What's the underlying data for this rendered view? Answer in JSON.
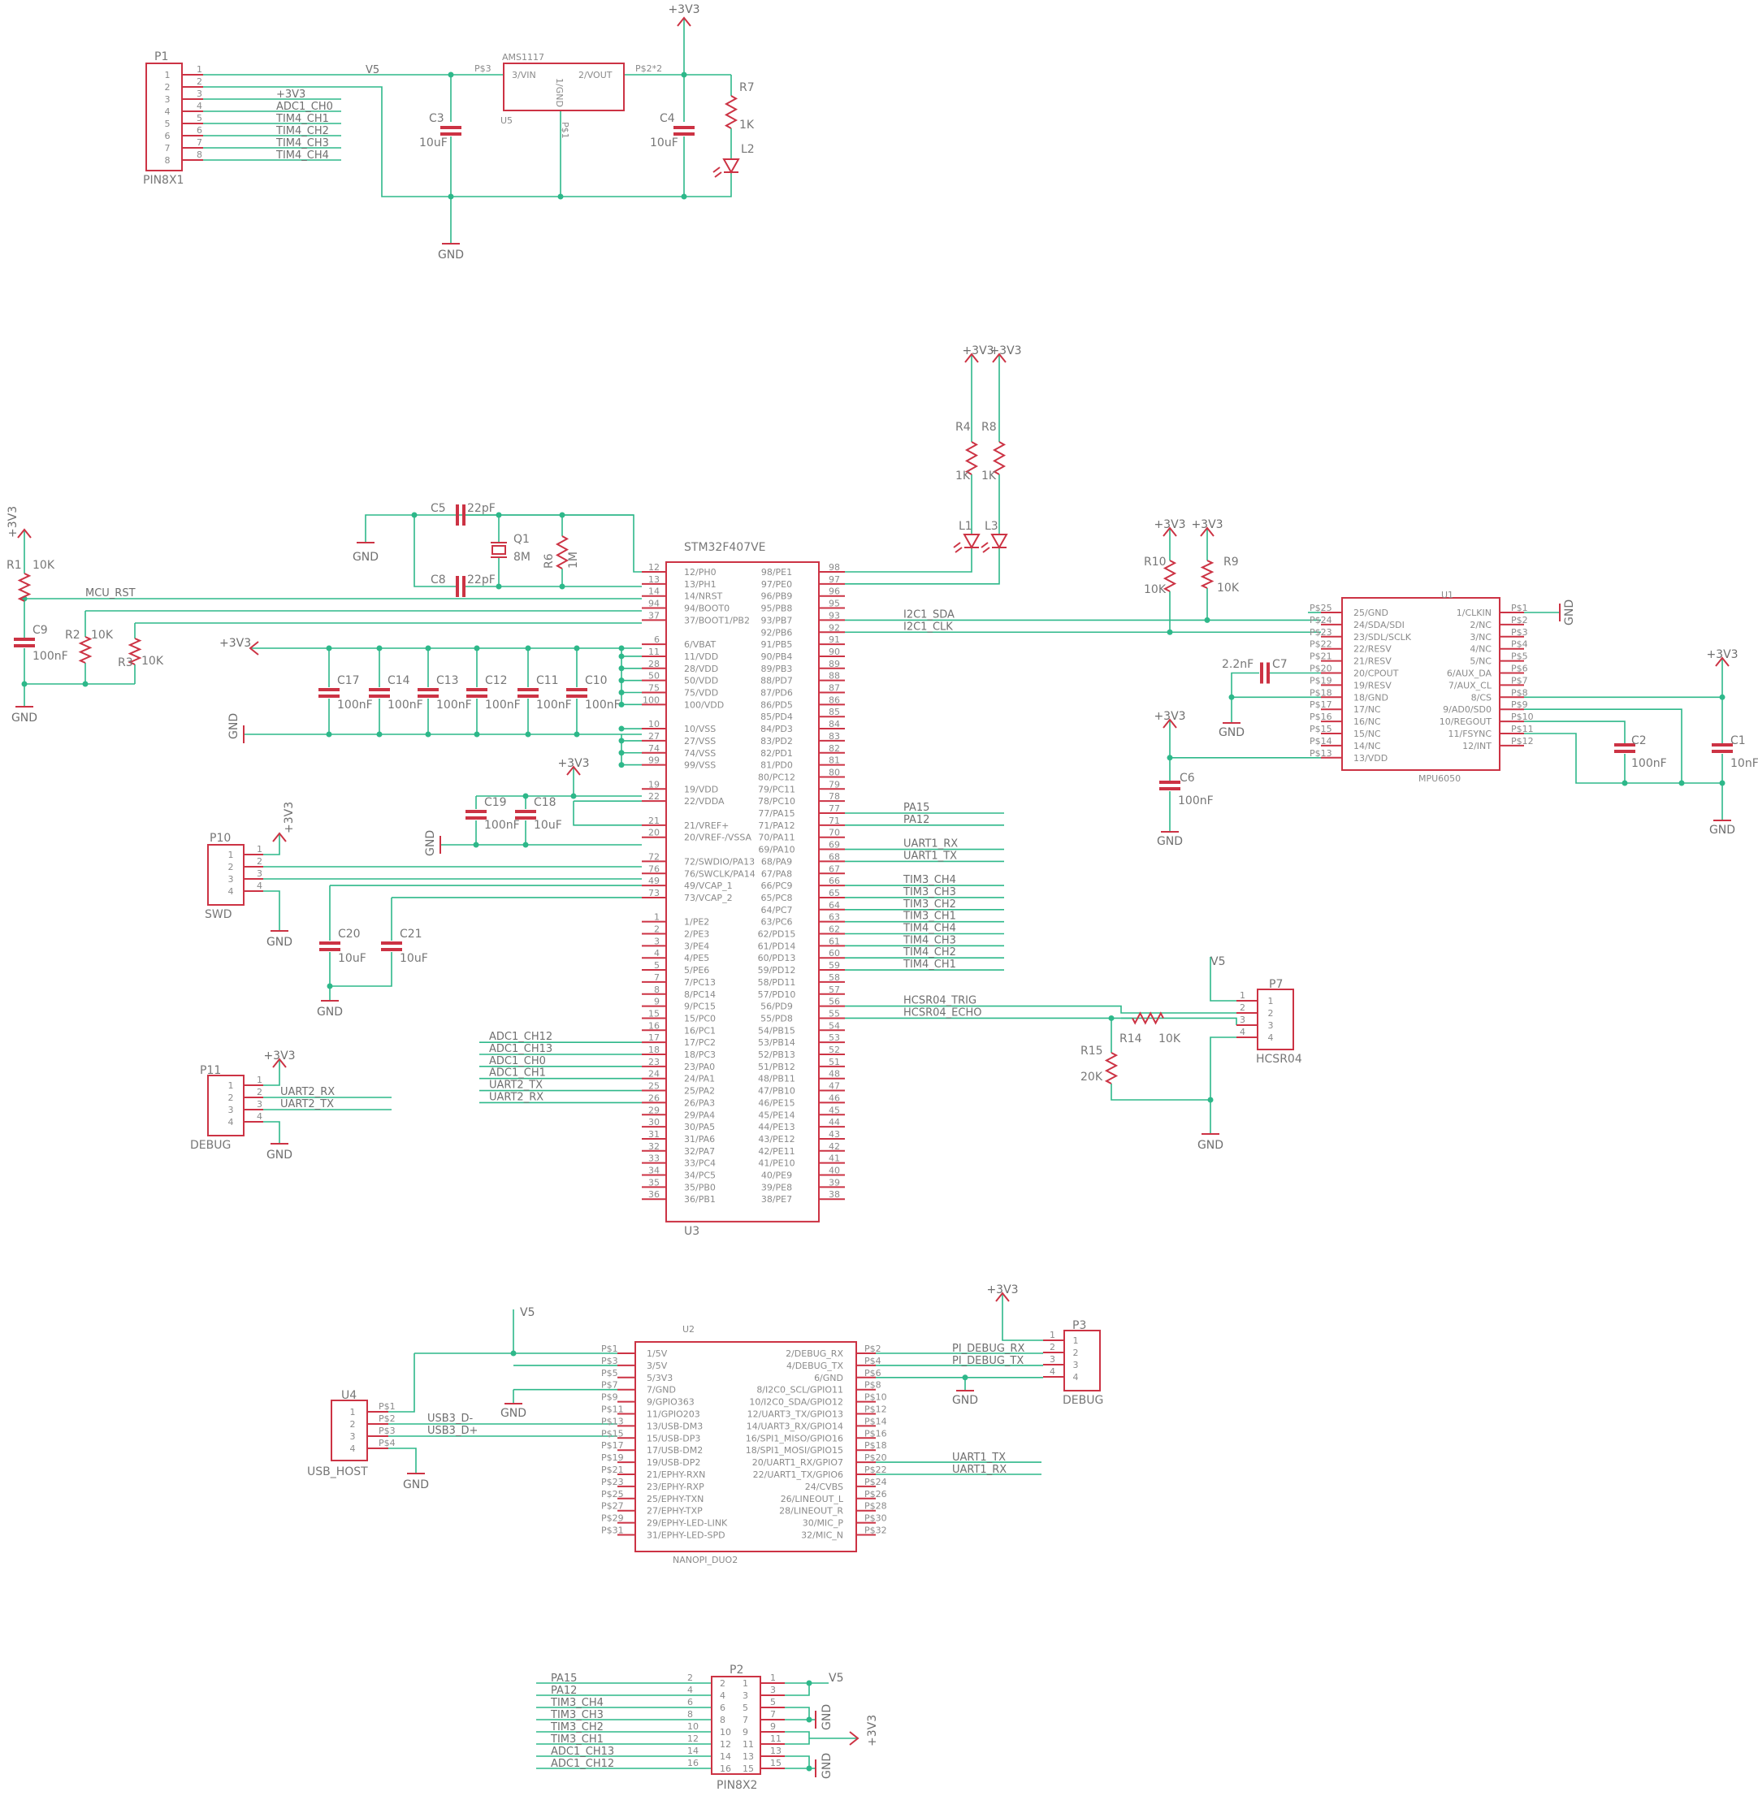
{
  "colors": {
    "wire": "#2eb88a",
    "part": "#cc3344",
    "text": "#6f6f6f"
  },
  "power": {
    "v3": "+3V3",
    "v5": "V5",
    "gnd": "GND"
  },
  "p1": {
    "ref": "P1",
    "name": "PIN8X1",
    "pins": [
      "1",
      "2",
      "3",
      "4",
      "5",
      "6",
      "7",
      "8"
    ],
    "nets": [
      "V5",
      "",
      "+3V3",
      "ADC1_CH0",
      "TIM4_CH1",
      "TIM4_CH2",
      "TIM4_CH3",
      "TIM4_CH4"
    ]
  },
  "reg": {
    "ref": "U5",
    "name": "AMS1117",
    "vin": "3/VIN",
    "gndpin": "1/GND",
    "vout": "2/VOUT",
    "pvin": "P$3",
    "pgnd": "P$1",
    "pout": "P$2*2"
  },
  "c3": {
    "ref": "C3",
    "val": "10uF"
  },
  "c4": {
    "ref": "C4",
    "val": "10uF"
  },
  "r7": {
    "ref": "R7",
    "val": "1K"
  },
  "l2": {
    "ref": "L2"
  },
  "mcu": {
    "name": "STM32F407VE",
    "ref": "U3",
    "left": [
      [
        "12",
        "12/PH0"
      ],
      [
        "13",
        "13/PH1"
      ],
      [
        "14",
        "14/NRST"
      ],
      [
        "94",
        "94/BOOT0"
      ],
      [
        "37",
        "37/BOOT1/PB2"
      ],
      [
        "",
        ""
      ],
      [
        "6",
        "6/VBAT"
      ],
      [
        "11",
        "11/VDD"
      ],
      [
        "28",
        "28/VDD"
      ],
      [
        "50",
        "50/VDD"
      ],
      [
        "75",
        "75/VDD"
      ],
      [
        "100",
        "100/VDD"
      ],
      [
        "",
        ""
      ],
      [
        "10",
        "10/VSS"
      ],
      [
        "27",
        "27/VSS"
      ],
      [
        "74",
        "74/VSS"
      ],
      [
        "99",
        "99/VSS"
      ],
      [
        "",
        ""
      ],
      [
        "19",
        "19/VDD"
      ],
      [
        "22",
        "22/VDDA"
      ],
      [
        "",
        ""
      ],
      [
        "21",
        "21/VREF+"
      ],
      [
        "20",
        "20/VREF-/VSSA"
      ],
      [
        "",
        ""
      ],
      [
        "72",
        "72/SWDIO/PA13"
      ],
      [
        "76",
        "76/SWCLK/PA14"
      ],
      [
        "49",
        "49/VCAP_1"
      ],
      [
        "73",
        "73/VCAP_2"
      ],
      [
        "",
        ""
      ],
      [
        "1",
        "1/PE2"
      ],
      [
        "2",
        "2/PE3"
      ],
      [
        "3",
        "3/PE4"
      ],
      [
        "4",
        "4/PE5"
      ],
      [
        "5",
        "5/PE6"
      ],
      [
        "7",
        "7/PC13"
      ],
      [
        "8",
        "8/PC14"
      ],
      [
        "9",
        "9/PC15"
      ],
      [
        "15",
        "15/PC0"
      ],
      [
        "16",
        "16/PC1"
      ],
      [
        "17",
        "17/PC2"
      ],
      [
        "18",
        "18/PC3"
      ],
      [
        "23",
        "23/PA0"
      ],
      [
        "24",
        "24/PA1"
      ],
      [
        "25",
        "25/PA2"
      ],
      [
        "26",
        "26/PA3"
      ],
      [
        "29",
        "29/PA4"
      ],
      [
        "30",
        "30/PA5"
      ],
      [
        "31",
        "31/PA6"
      ],
      [
        "32",
        "32/PA7"
      ],
      [
        "33",
        "33/PC4"
      ],
      [
        "34",
        "34/PC5"
      ],
      [
        "35",
        "35/PB0"
      ],
      [
        "36",
        "36/PB1"
      ]
    ],
    "right": [
      [
        "98",
        "98/PE1"
      ],
      [
        "97",
        "97/PE0"
      ],
      [
        "96",
        "96/PB9"
      ],
      [
        "95",
        "95/PB8"
      ],
      [
        "93",
        "93/PB7"
      ],
      [
        "92",
        "92/PB6"
      ],
      [
        "91",
        "91/PB5"
      ],
      [
        "90",
        "90/PB4"
      ],
      [
        "89",
        "89/PB3"
      ],
      [
        "88",
        "88/PD7"
      ],
      [
        "87",
        "87/PD6"
      ],
      [
        "86",
        "86/PD5"
      ],
      [
        "85",
        "85/PD4"
      ],
      [
        "84",
        "84/PD3"
      ],
      [
        "83",
        "83/PD2"
      ],
      [
        "82",
        "82/PD1"
      ],
      [
        "81",
        "81/PD0"
      ],
      [
        "80",
        "80/PC12"
      ],
      [
        "79",
        "79/PC11"
      ],
      [
        "78",
        "78/PC10"
      ],
      [
        "77",
        "77/PA15"
      ],
      [
        "71",
        "71/PA12"
      ],
      [
        "70",
        "70/PA11"
      ],
      [
        "69",
        "69/PA10"
      ],
      [
        "68",
        "68/PA9"
      ],
      [
        "67",
        "67/PA8"
      ],
      [
        "66",
        "66/PC9"
      ],
      [
        "65",
        "65/PC8"
      ],
      [
        "64",
        "64/PC7"
      ],
      [
        "63",
        "63/PC6"
      ],
      [
        "62",
        "62/PD15"
      ],
      [
        "61",
        "61/PD14"
      ],
      [
        "60",
        "60/PD13"
      ],
      [
        "59",
        "59/PD12"
      ],
      [
        "58",
        "58/PD11"
      ],
      [
        "57",
        "57/PD10"
      ],
      [
        "56",
        "56/PD9"
      ],
      [
        "55",
        "55/PD8"
      ],
      [
        "54",
        "54/PB15"
      ],
      [
        "53",
        "53/PB14"
      ],
      [
        "52",
        "52/PB13"
      ],
      [
        "51",
        "51/PB12"
      ],
      [
        "48",
        "48/PB11"
      ],
      [
        "47",
        "47/PB10"
      ],
      [
        "46",
        "46/PE15"
      ],
      [
        "45",
        "45/PE14"
      ],
      [
        "44",
        "44/PE13"
      ],
      [
        "43",
        "43/PE12"
      ],
      [
        "42",
        "42/PE11"
      ],
      [
        "41",
        "41/PE10"
      ],
      [
        "40",
        "40/PE9"
      ],
      [
        "39",
        "39/PE8"
      ],
      [
        "38",
        "38/PE7"
      ]
    ],
    "rightNets": {
      "93": "I2C1_SDA",
      "92": "I2C1_CLK",
      "77": "PA15",
      "71": "PA12",
      "69": "UART1_RX",
      "68": "UART1_TX",
      "66": "TIM3_CH4",
      "65": "TIM3_CH3",
      "64": "TIM3_CH2",
      "63": "TIM3_CH1",
      "62": "TIM4_CH4",
      "61": "TIM4_CH3",
      "60": "TIM4_CH2",
      "59": "TIM4_CH1",
      "56": "HCSR04_TRIG",
      "55": "HCSR04_ECHO"
    },
    "leftNets": {
      "17": "ADC1_CH12",
      "18": "ADC1_CH13",
      "23": "ADC1_CH0",
      "24": "ADC1_CH1",
      "25": "UART2_TX",
      "26": "UART2_RX"
    },
    "mcuRst": "MCU_RST"
  },
  "osc": {
    "c5": {
      "ref": "C5",
      "val": "22pF"
    },
    "c8": {
      "ref": "C8",
      "val": "22pF"
    },
    "q1": {
      "ref": "Q1",
      "val": "8M"
    },
    "r6": {
      "ref": "R6",
      "val": "1M"
    }
  },
  "rst": {
    "r1": {
      "ref": "R1",
      "val": "10K"
    },
    "c9": {
      "ref": "C9",
      "val": "100nF"
    },
    "r2": {
      "ref": "R2",
      "val": "10K"
    },
    "r3": {
      "ref": "R3",
      "val": "10K"
    }
  },
  "dec": [
    {
      "ref": "C17",
      "val": "100nF"
    },
    {
      "ref": "C14",
      "val": "100nF"
    },
    {
      "ref": "C13",
      "val": "100nF"
    },
    {
      "ref": "C12",
      "val": "100nF"
    },
    {
      "ref": "C11",
      "val": "100nF"
    },
    {
      "ref": "C10",
      "val": "100nF"
    }
  ],
  "c19": {
    "ref": "C19",
    "val": "100nF"
  },
  "c18": {
    "ref": "C18",
    "val": "10uF"
  },
  "c20": {
    "ref": "C20",
    "val": "10uF"
  },
  "c21": {
    "ref": "C21",
    "val": "10uF"
  },
  "leds": {
    "r4": {
      "ref": "R4",
      "val": "1K"
    },
    "r8": {
      "ref": "R8",
      "val": "1K"
    },
    "l1": {
      "ref": "L1"
    },
    "l3": {
      "ref": "L3"
    }
  },
  "p10": {
    "ref": "P10",
    "name": "SWD",
    "pins": [
      "1",
      "2",
      "3",
      "4"
    ]
  },
  "p11": {
    "ref": "P11",
    "name": "DEBUG",
    "pins": [
      "1",
      "2",
      "3",
      "4"
    ],
    "nets": [
      "",
      "UART2_RX",
      "UART2_TX",
      ""
    ]
  },
  "mpu": {
    "name": "MPU6050",
    "ref": "U1",
    "left": [
      [
        "P$25",
        "25/GND"
      ],
      [
        "P$24",
        "24/SDA/SDI"
      ],
      [
        "P$23",
        "23/SDL/SCLK"
      ],
      [
        "P$22",
        "22/RESV"
      ],
      [
        "P$21",
        "21/RESV"
      ],
      [
        "P$20",
        "20/CPOUT"
      ],
      [
        "P$19",
        "19/RESV"
      ],
      [
        "P$18",
        "18/GND"
      ],
      [
        "P$17",
        "17/NC"
      ],
      [
        "P$16",
        "16/NC"
      ],
      [
        "P$15",
        "15/NC"
      ],
      [
        "P$14",
        "14/NC"
      ],
      [
        "P$13",
        "13/VDD"
      ]
    ],
    "right": [
      [
        "P$1",
        "1/CLKIN"
      ],
      [
        "P$2",
        "2/NC"
      ],
      [
        "P$3",
        "3/NC"
      ],
      [
        "P$4",
        "4/NC"
      ],
      [
        "P$5",
        "5/NC"
      ],
      [
        "P$6",
        "6/AUX_DA"
      ],
      [
        "P$7",
        "7/AUX_CL"
      ],
      [
        "P$8",
        "8/CS"
      ],
      [
        "P$9",
        "9/AD0/SD0"
      ],
      [
        "P$10",
        "10/REGOUT"
      ],
      [
        "P$11",
        "11/FSYNC"
      ],
      [
        "P$12",
        "12/INT"
      ]
    ]
  },
  "r10": {
    "ref": "R10",
    "val": "10K"
  },
  "r9": {
    "ref": "R9",
    "val": "10K"
  },
  "c7": {
    "ref": "C7",
    "val": "2.2nF"
  },
  "c6": {
    "ref": "C6",
    "val": "100nF"
  },
  "c2": {
    "ref": "C2",
    "val": "100nF"
  },
  "c1": {
    "ref": "C1",
    "val": "10nF"
  },
  "p7": {
    "ref": "P7",
    "name": "HCSR04",
    "pins": [
      "1",
      "2",
      "3",
      "4"
    ]
  },
  "r14": {
    "ref": "R14",
    "val": "10K"
  },
  "r15": {
    "ref": "R15",
    "val": "20K"
  },
  "nano": {
    "name": "NANOPI_DUO2",
    "ref": "U2",
    "left": [
      [
        "P$1",
        "1/5V"
      ],
      [
        "P$3",
        "3/5V"
      ],
      [
        "P$5",
        "5/3V3"
      ],
      [
        "P$7",
        "7/GND"
      ],
      [
        "P$9",
        "9/GPIO363"
      ],
      [
        "P$11",
        "11/GPIO203"
      ],
      [
        "P$13",
        "13/USB-DM3"
      ],
      [
        "P$15",
        "15/USB-DP3"
      ],
      [
        "P$17",
        "17/USB-DM2"
      ],
      [
        "P$19",
        "19/USB-DP2"
      ],
      [
        "P$21",
        "21/EPHY-RXN"
      ],
      [
        "P$23",
        "23/EPHY-RXP"
      ],
      [
        "P$25",
        "25/EPHY-TXN"
      ],
      [
        "P$27",
        "27/EPHY-TXP"
      ],
      [
        "P$29",
        "29/EPHY-LED-LINK"
      ],
      [
        "P$31",
        "31/EPHY-LED-SPD"
      ]
    ],
    "right": [
      [
        "P$2",
        "2/DEBUG_RX"
      ],
      [
        "P$4",
        "4/DEBUG_TX"
      ],
      [
        "P$6",
        "6/GND"
      ],
      [
        "P$8",
        "8/I2C0_SCL/GPIO11"
      ],
      [
        "P$10",
        "10/I2C0_SDA/GPIO12"
      ],
      [
        "P$12",
        "12/UART3_TX/GPIO13"
      ],
      [
        "P$14",
        "14/UART3_RX/GPIO14"
      ],
      [
        "P$16",
        "16/SPI1_MISO/GPIO16"
      ],
      [
        "P$18",
        "18/SPI1_MOSI/GPIO15"
      ],
      [
        "P$20",
        "20/UART1_RX/GPIO7"
      ],
      [
        "P$22",
        "22/UART1_TX/GPIO6"
      ],
      [
        "P$24",
        "24/CVBS"
      ],
      [
        "P$26",
        "26/LINEOUT_L"
      ],
      [
        "P$28",
        "28/LINEOUT_R"
      ],
      [
        "P$30",
        "30/MIC_P"
      ],
      [
        "P$32",
        "32/MIC_N"
      ]
    ],
    "nets": {
      "usbdm": "USB3_D-",
      "usbdp": "USB3_D+",
      "pirx": "PI_DEBUG_RX",
      "pitx": "PI_DEBUG_TX",
      "u1tx": "UART1_TX",
      "u1rx": "UART1_RX"
    }
  },
  "u4": {
    "ref": "U4",
    "name": "USB_HOST",
    "pins": [
      "1",
      "2",
      "3",
      "4"
    ],
    "p": [
      "P$1",
      "P$2",
      "P$3",
      "P$4"
    ]
  },
  "p3": {
    "ref": "P3",
    "name": "DEBUG",
    "pins": [
      "1",
      "2",
      "3",
      "4"
    ]
  },
  "p2": {
    "ref": "P2",
    "name": "PIN8X2",
    "leftNets": [
      "PA15",
      "PA12",
      "TIM3_CH4",
      "TIM3_CH3",
      "TIM3_CH2",
      "TIM3_CH1",
      "ADC1_CH13",
      "ADC1_CH12"
    ],
    "leftPins": [
      "2",
      "4",
      "6",
      "8",
      "10",
      "12",
      "14",
      "16"
    ],
    "rightPins": [
      "1",
      "3",
      "5",
      "7",
      "9",
      "11",
      "13",
      "15"
    ]
  }
}
